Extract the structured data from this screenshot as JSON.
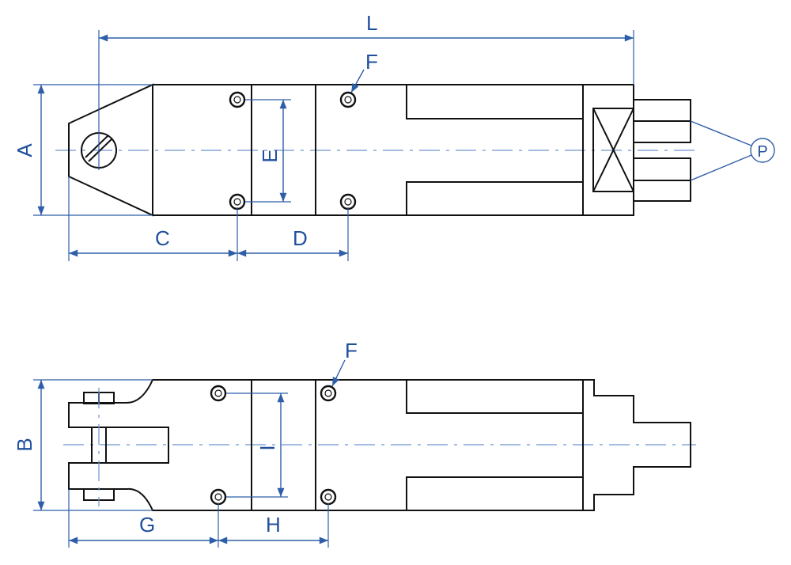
{
  "labels": {
    "L": "L",
    "A": "A",
    "B": "B",
    "C": "C",
    "D": "D",
    "E": "E",
    "F_top": "F",
    "F_bottom": "F",
    "G": "G",
    "H": "H",
    "I": "I",
    "P": "P"
  },
  "colors": {
    "outline": "#111111",
    "dimension": "#2f5ea8",
    "centerline": "#6f95cf",
    "label": "#1f4f9c"
  }
}
